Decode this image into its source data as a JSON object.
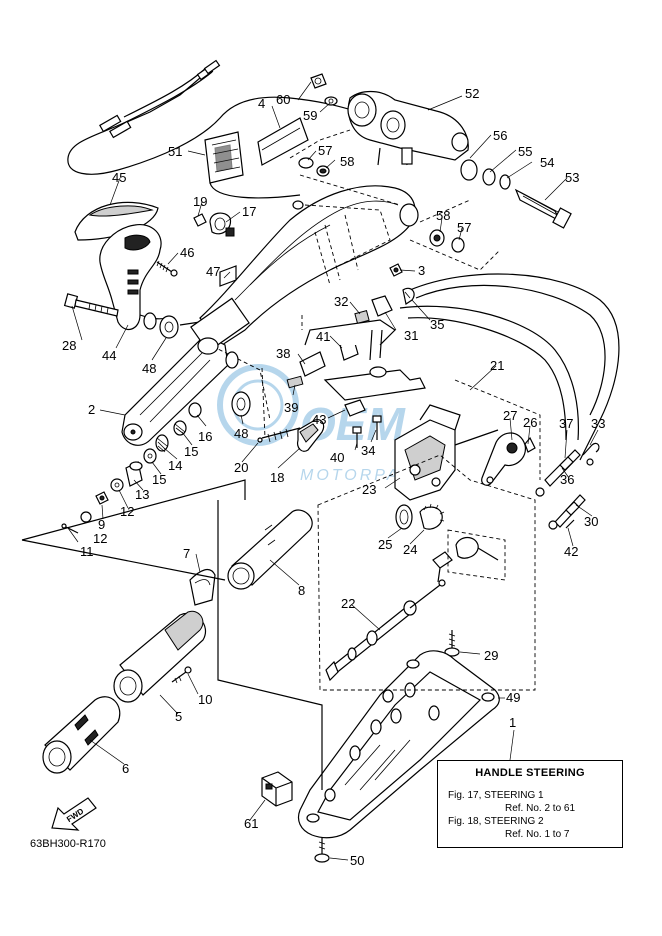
{
  "diagram": {
    "title_box": {
      "heading": "HANDLE STEERING",
      "lines": [
        "Fig. 17, STEERING 1",
        "Ref. No. 2 to 61",
        "Fig. 18, STEERING 2",
        "Ref. No. 1 to 7"
      ]
    },
    "drawing_code": "63BH300-R170",
    "fwd_label": "FWD",
    "watermark_text": "MOTORPARTS",
    "part_numbers": [
      "60",
      "4",
      "59",
      "52",
      "56",
      "55",
      "54",
      "53",
      "51",
      "57",
      "58",
      "45",
      "19",
      "17",
      "58",
      "57",
      "46",
      "3",
      "47",
      "32",
      "35",
      "31",
      "28",
      "44",
      "48",
      "38",
      "41",
      "21",
      "2",
      "39",
      "43",
      "27",
      "26",
      "37",
      "33",
      "48",
      "16",
      "15",
      "14",
      "40",
      "34",
      "20",
      "18",
      "36",
      "15",
      "23",
      "13",
      "12",
      "9",
      "30",
      "12",
      "25",
      "24",
      "42",
      "11",
      "7",
      "8",
      "22",
      "29",
      "10",
      "5",
      "49",
      "6",
      "1",
      "61",
      "50"
    ]
  }
}
